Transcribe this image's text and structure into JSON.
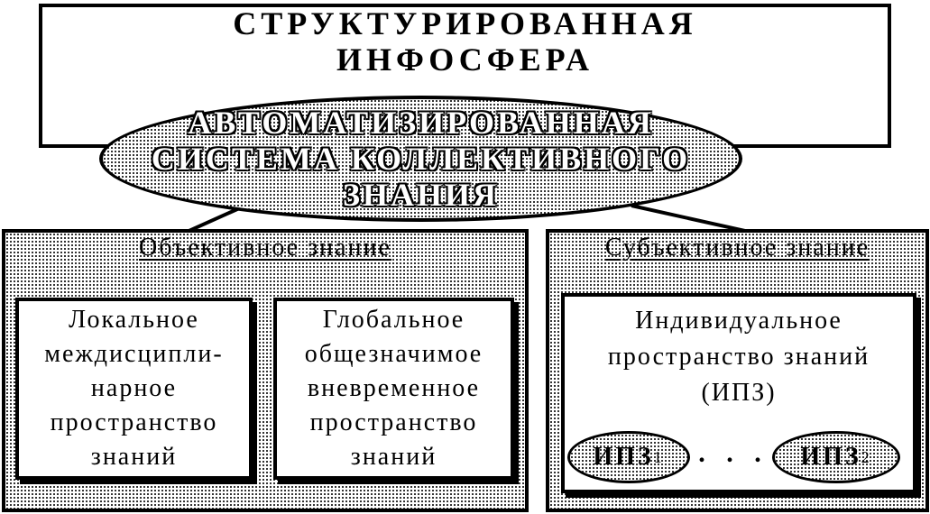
{
  "top_box": {
    "title_line1": "СТРУКТУРИРОВАННАЯ",
    "title_line2": "ИНФОСФЕРА"
  },
  "core": {
    "line1": "АВТОМАТИЗИРОВАННАЯ",
    "line2": "СИСТЕМА КОЛЛЕКТИВНОГО",
    "line3": "ЗНАНИЯ"
  },
  "objective": {
    "heading": "Объективное знание",
    "local": {
      "line1": "Локальное",
      "line2": "междисципли-",
      "line3": "нарное",
      "line4": "пространство",
      "line5": "знаний"
    },
    "global": {
      "line1": "Глобальное",
      "line2": "общезначимое",
      "line3": "вневременное",
      "line4": "пространство",
      "line5": "знаний"
    }
  },
  "subjective": {
    "heading": "Субъективное знание",
    "ipz": {
      "line1": "Индивидуальное",
      "line2": "пространство знаний",
      "line3": "(ИПЗ)"
    },
    "ipz1": {
      "label": "ИПЗ",
      "sub": "1"
    },
    "ellipsis": ". . .",
    "ipz2": {
      "label": "ИПЗ",
      "sub": "2"
    }
  }
}
